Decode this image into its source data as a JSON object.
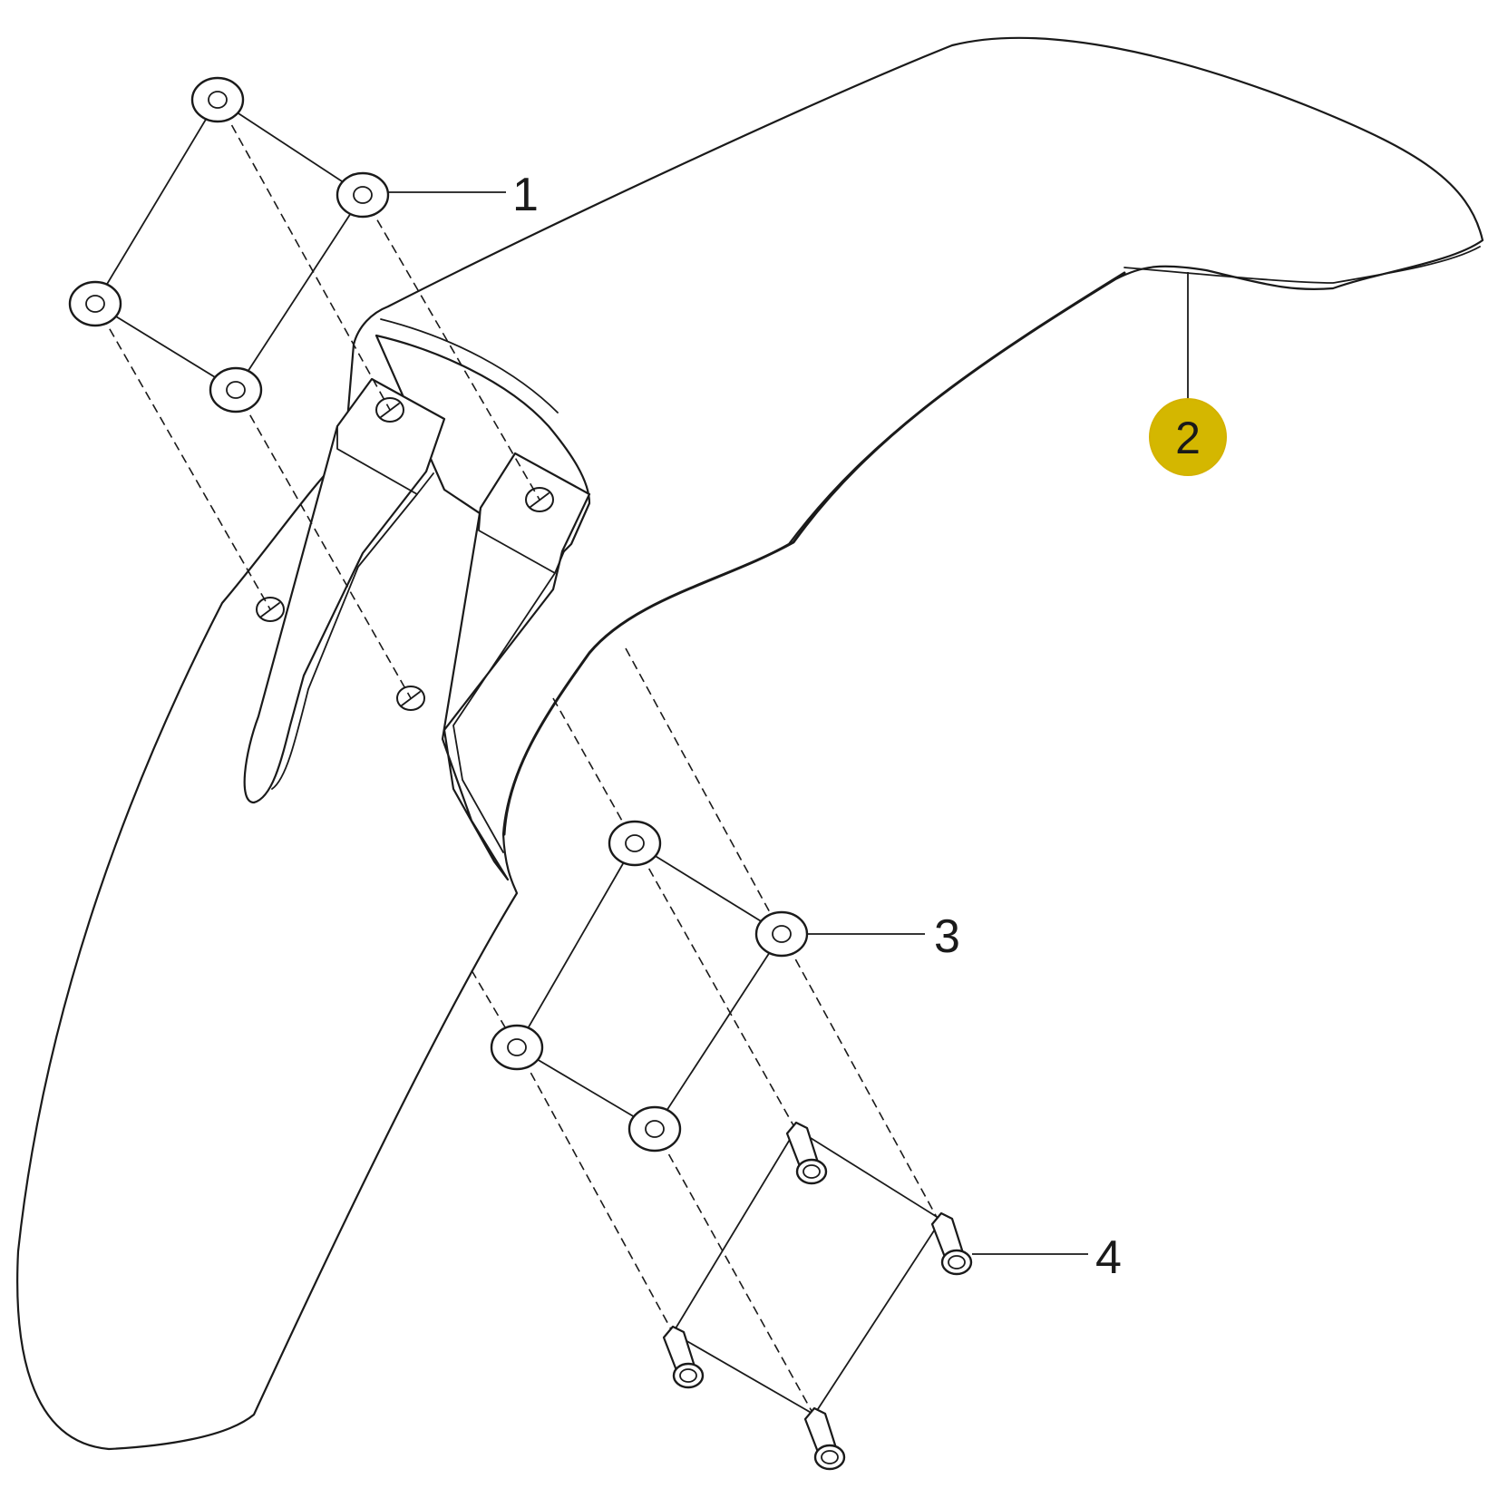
{
  "labels": {
    "washer_upper": "1",
    "fender": "2",
    "washer_lower": "3",
    "screw": "4"
  },
  "colors": {
    "highlight": "#D4B700",
    "line": "#1A1A1A",
    "background": "#FFFFFF"
  }
}
